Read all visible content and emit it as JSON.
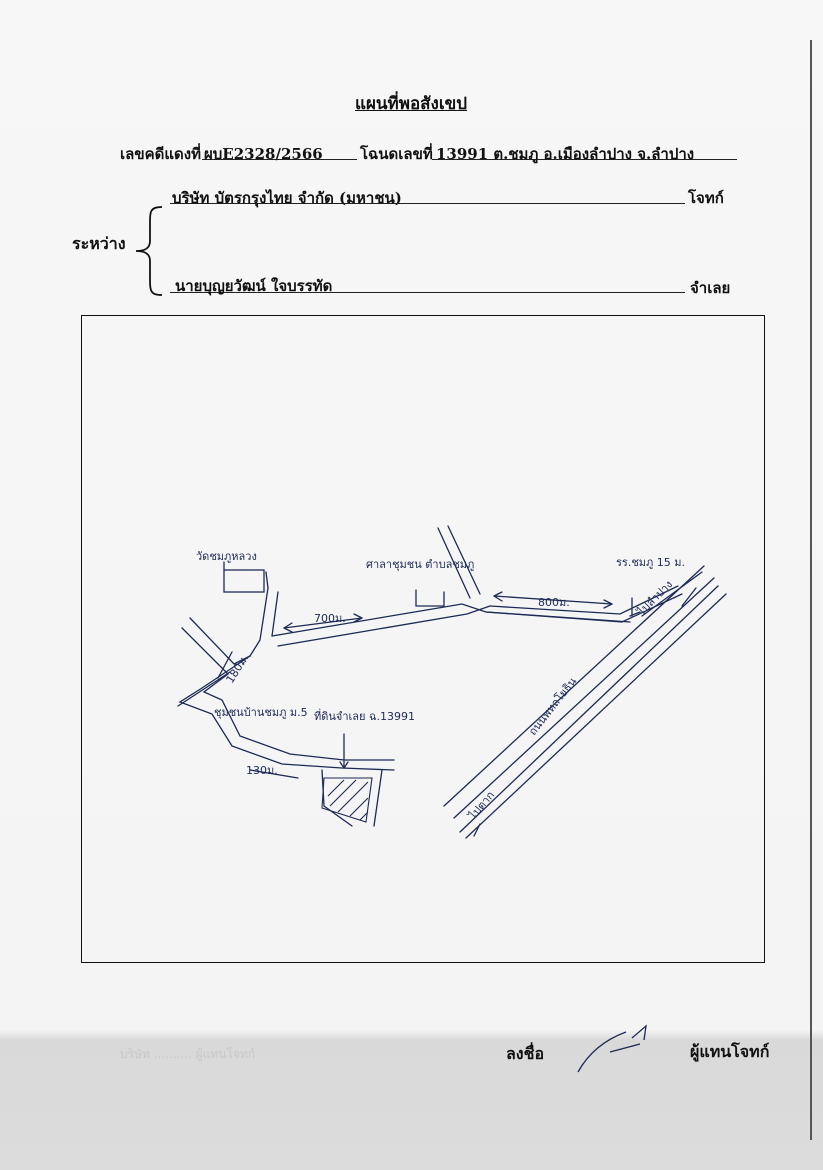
{
  "document": {
    "title": "แผนที่พอสังเขป",
    "case_label": "เลขคดีแดงที่",
    "case_number": "ผบE2328/2566",
    "deed_label": "โฉนดเลขที่",
    "deed_value": "13991  ต.ชมภู  อ.เมืองลำปาง  จ.ลำปาง",
    "between_label": "ระหว่าง",
    "plaintiff_name": "บริษัท บัตรกรุงไทย  จำกัด (มหาชน)",
    "plaintiff_role": "โจทก์",
    "defendant_name": "นายบุญยวัฒน์  ใจบรรทัด",
    "defendant_role": "จำเลย"
  },
  "map": {
    "label_temple": "วัดชมภูหลวง",
    "label_shrine": "ศาลาชุมชน ตำบลชมภู",
    "label_dist_700": "700ม.",
    "label_dist_800": "800ม.",
    "label_dist_180": "180ม.",
    "label_dist_130": "130ม.",
    "label_school": "รร.ชมภู 15 ม.",
    "label_village": "ชุมชนบ้านชมภู ม.5",
    "label_plot": "ที่ดินจำเลย ฉ.13991",
    "label_highway": "ถนนพหลโยธิน",
    "label_to_lampang": "ไปลำปาง",
    "label_to_bangkok": "ไปตาก"
  },
  "signature": {
    "label": "ลงชื่อ",
    "role": "ผู้แทนโจทก์",
    "faint_stamp": "บริษัท ..........  ผู้แทนโจทก์"
  }
}
